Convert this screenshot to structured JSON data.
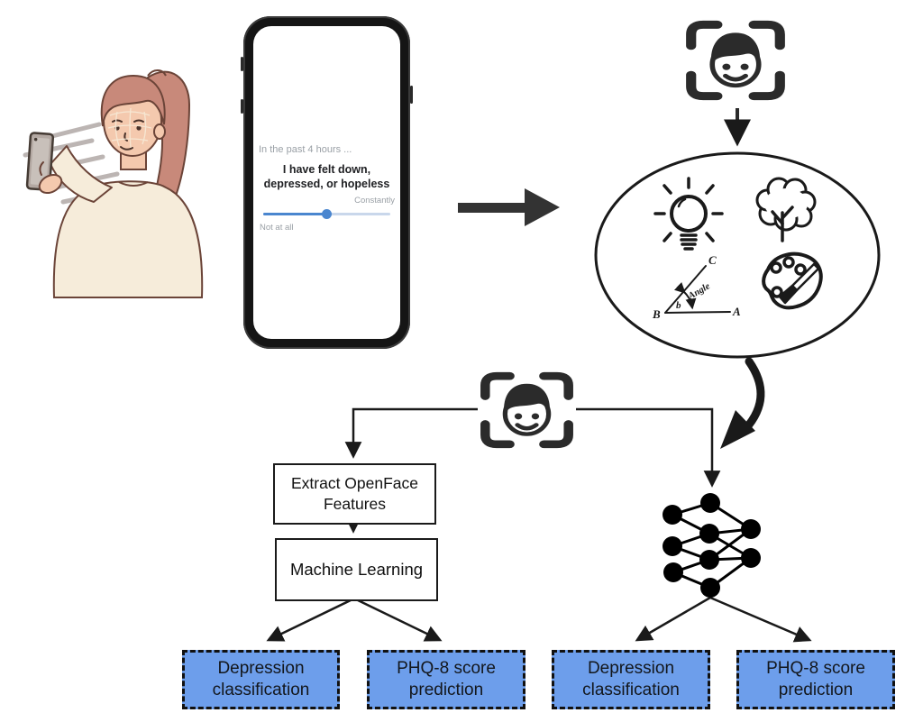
{
  "phone_survey": {
    "intro": "In the past 4 hours ...",
    "question": "I have felt down, depressed, or hopeless",
    "slider": {
      "min_label": "Not at all",
      "max_label": "Constantly",
      "value_pct": 50
    }
  },
  "ellipse": {
    "angle_diagram": {
      "point_c": "C",
      "point_a": "A",
      "point_b": "B",
      "angle_letter": "b",
      "angle_label": "Angle"
    }
  },
  "pipeline": {
    "openface_label": "Extract OpenFace Features",
    "ml_label": "Machine Learning",
    "outputs": [
      "Depression classification",
      "PHQ-8 score prediction",
      "Depression classification",
      "PHQ-8 score prediction"
    ]
  },
  "colors": {
    "output_fill": "#6d9eeb",
    "slider_blue": "#4a86cf",
    "ink": "#1a1a1a",
    "arrow_gray": "#333333"
  }
}
